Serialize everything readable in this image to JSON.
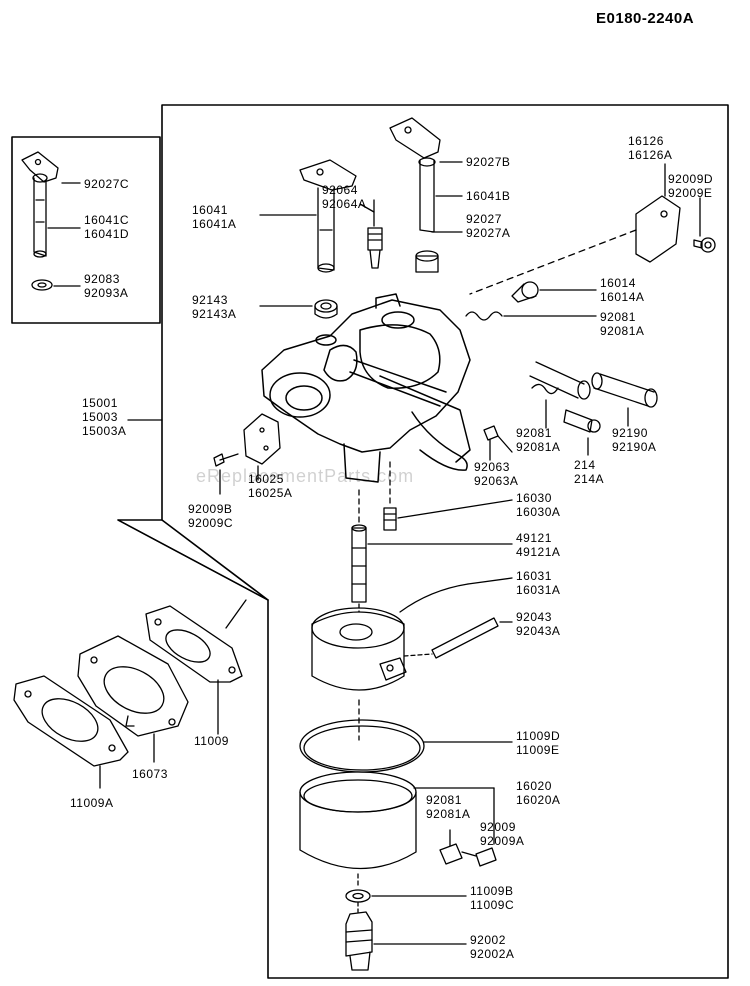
{
  "diagram_code": "E0180-2240A",
  "watermark": "eReplacementParts.com",
  "labels": {
    "p15001": [
      "15001",
      "15003",
      "15003A"
    ],
    "p92027c": [
      "92027C"
    ],
    "p16041c": [
      "16041C",
      "16041D"
    ],
    "p92083": [
      "92083",
      "92093A"
    ],
    "p16041": [
      "16041",
      "16041A"
    ],
    "p92064": [
      "92064",
      "92064A"
    ],
    "p92027b": [
      "92027B"
    ],
    "p16041b": [
      "16041B"
    ],
    "p92027": [
      "92027",
      "92027A"
    ],
    "p16126": [
      "16126",
      "16126A"
    ],
    "p92009d": [
      "92009D",
      "92009E"
    ],
    "p16014": [
      "16014",
      "16014A"
    ],
    "p92143": [
      "92143",
      "92143A"
    ],
    "p92081a": [
      "92081",
      "92081A"
    ],
    "p92081b": [
      "92081",
      "92081A"
    ],
    "p92190": [
      "92190",
      "92190A"
    ],
    "p214": [
      "214",
      "214A"
    ],
    "p16025": [
      "16025",
      "16025A"
    ],
    "p92063": [
      "92063",
      "92063A"
    ],
    "p92009b": [
      "92009B",
      "92009C"
    ],
    "p16030": [
      "16030",
      "16030A"
    ],
    "p49121": [
      "49121",
      "49121A"
    ],
    "p16031": [
      "16031",
      "16031A"
    ],
    "p92043": [
      "92043",
      "92043A"
    ],
    "p11009": [
      "11009"
    ],
    "p16073": [
      "16073"
    ],
    "p11009a": [
      "11009A"
    ],
    "p11009d": [
      "11009D",
      "11009E"
    ],
    "p16020": [
      "16020",
      "16020A"
    ],
    "p92081c": [
      "92081",
      "92081A"
    ],
    "p92009": [
      "92009",
      "92009A"
    ],
    "p11009b": [
      "11009B",
      "11009C"
    ],
    "p92002": [
      "92002",
      "92002A"
    ]
  }
}
